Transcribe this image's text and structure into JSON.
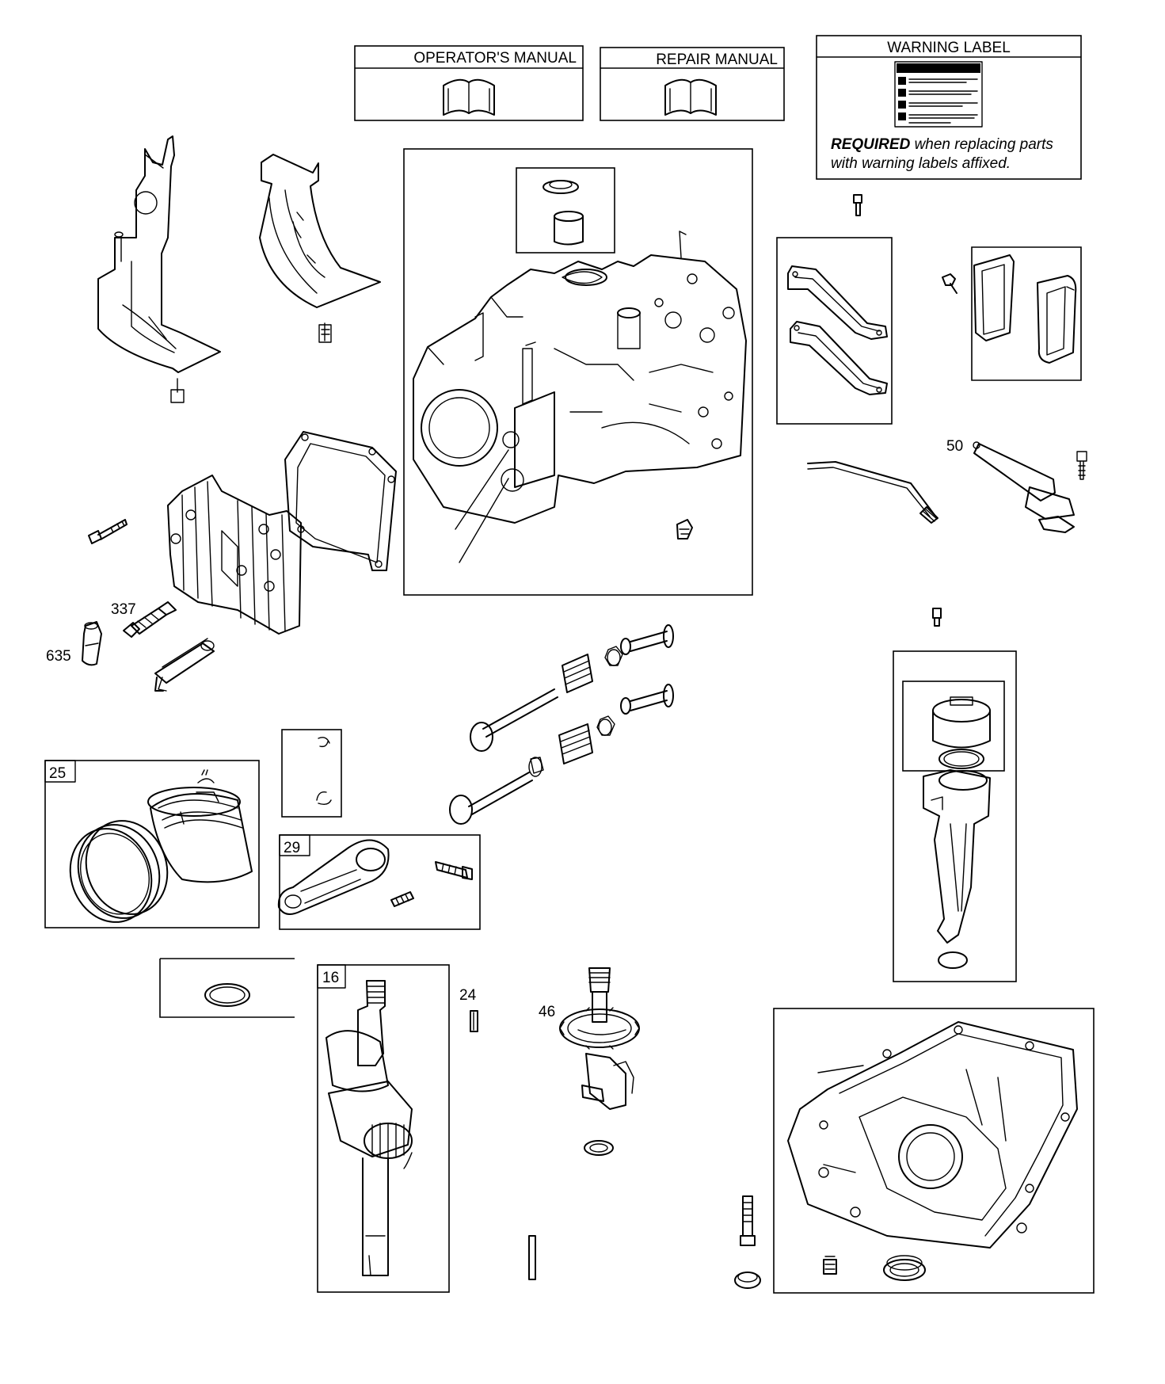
{
  "manuals": {
    "operators": "OPERATOR'S MANUAL",
    "repair": "REPAIR MANUAL"
  },
  "warning_label": {
    "title": "WARNING LABEL",
    "note_bold": "REQUIRED",
    "note_line1_rest": " when replacing parts",
    "note_line2": "with warning labels affixed."
  },
  "part_numbers": {
    "p50": "50",
    "p337": "337",
    "p635": "635",
    "p25": "25",
    "p29": "29",
    "p16": "16",
    "p24": "24",
    "p46": "46"
  }
}
